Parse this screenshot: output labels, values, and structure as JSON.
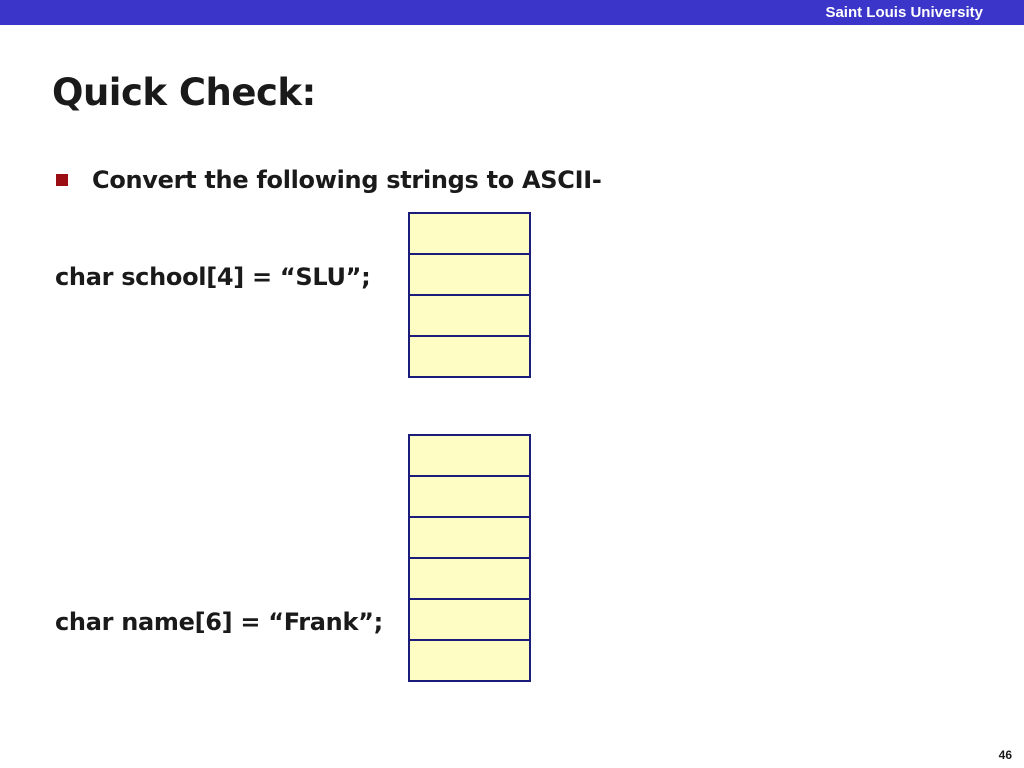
{
  "header": {
    "institution": "Saint Louis University"
  },
  "slide": {
    "title": "Quick Check:",
    "bullet": "Convert the following strings to ASCII-",
    "school_declaration": "char school[4] = “SLU”;",
    "name_declaration": "char name[6] = “Frank”;",
    "page_number": "46"
  },
  "colors": {
    "top_bar": "#3b36c9",
    "bullet": "#9b0f14",
    "cell_fill": "#fefdc4",
    "cell_border": "#1c1c7a"
  }
}
